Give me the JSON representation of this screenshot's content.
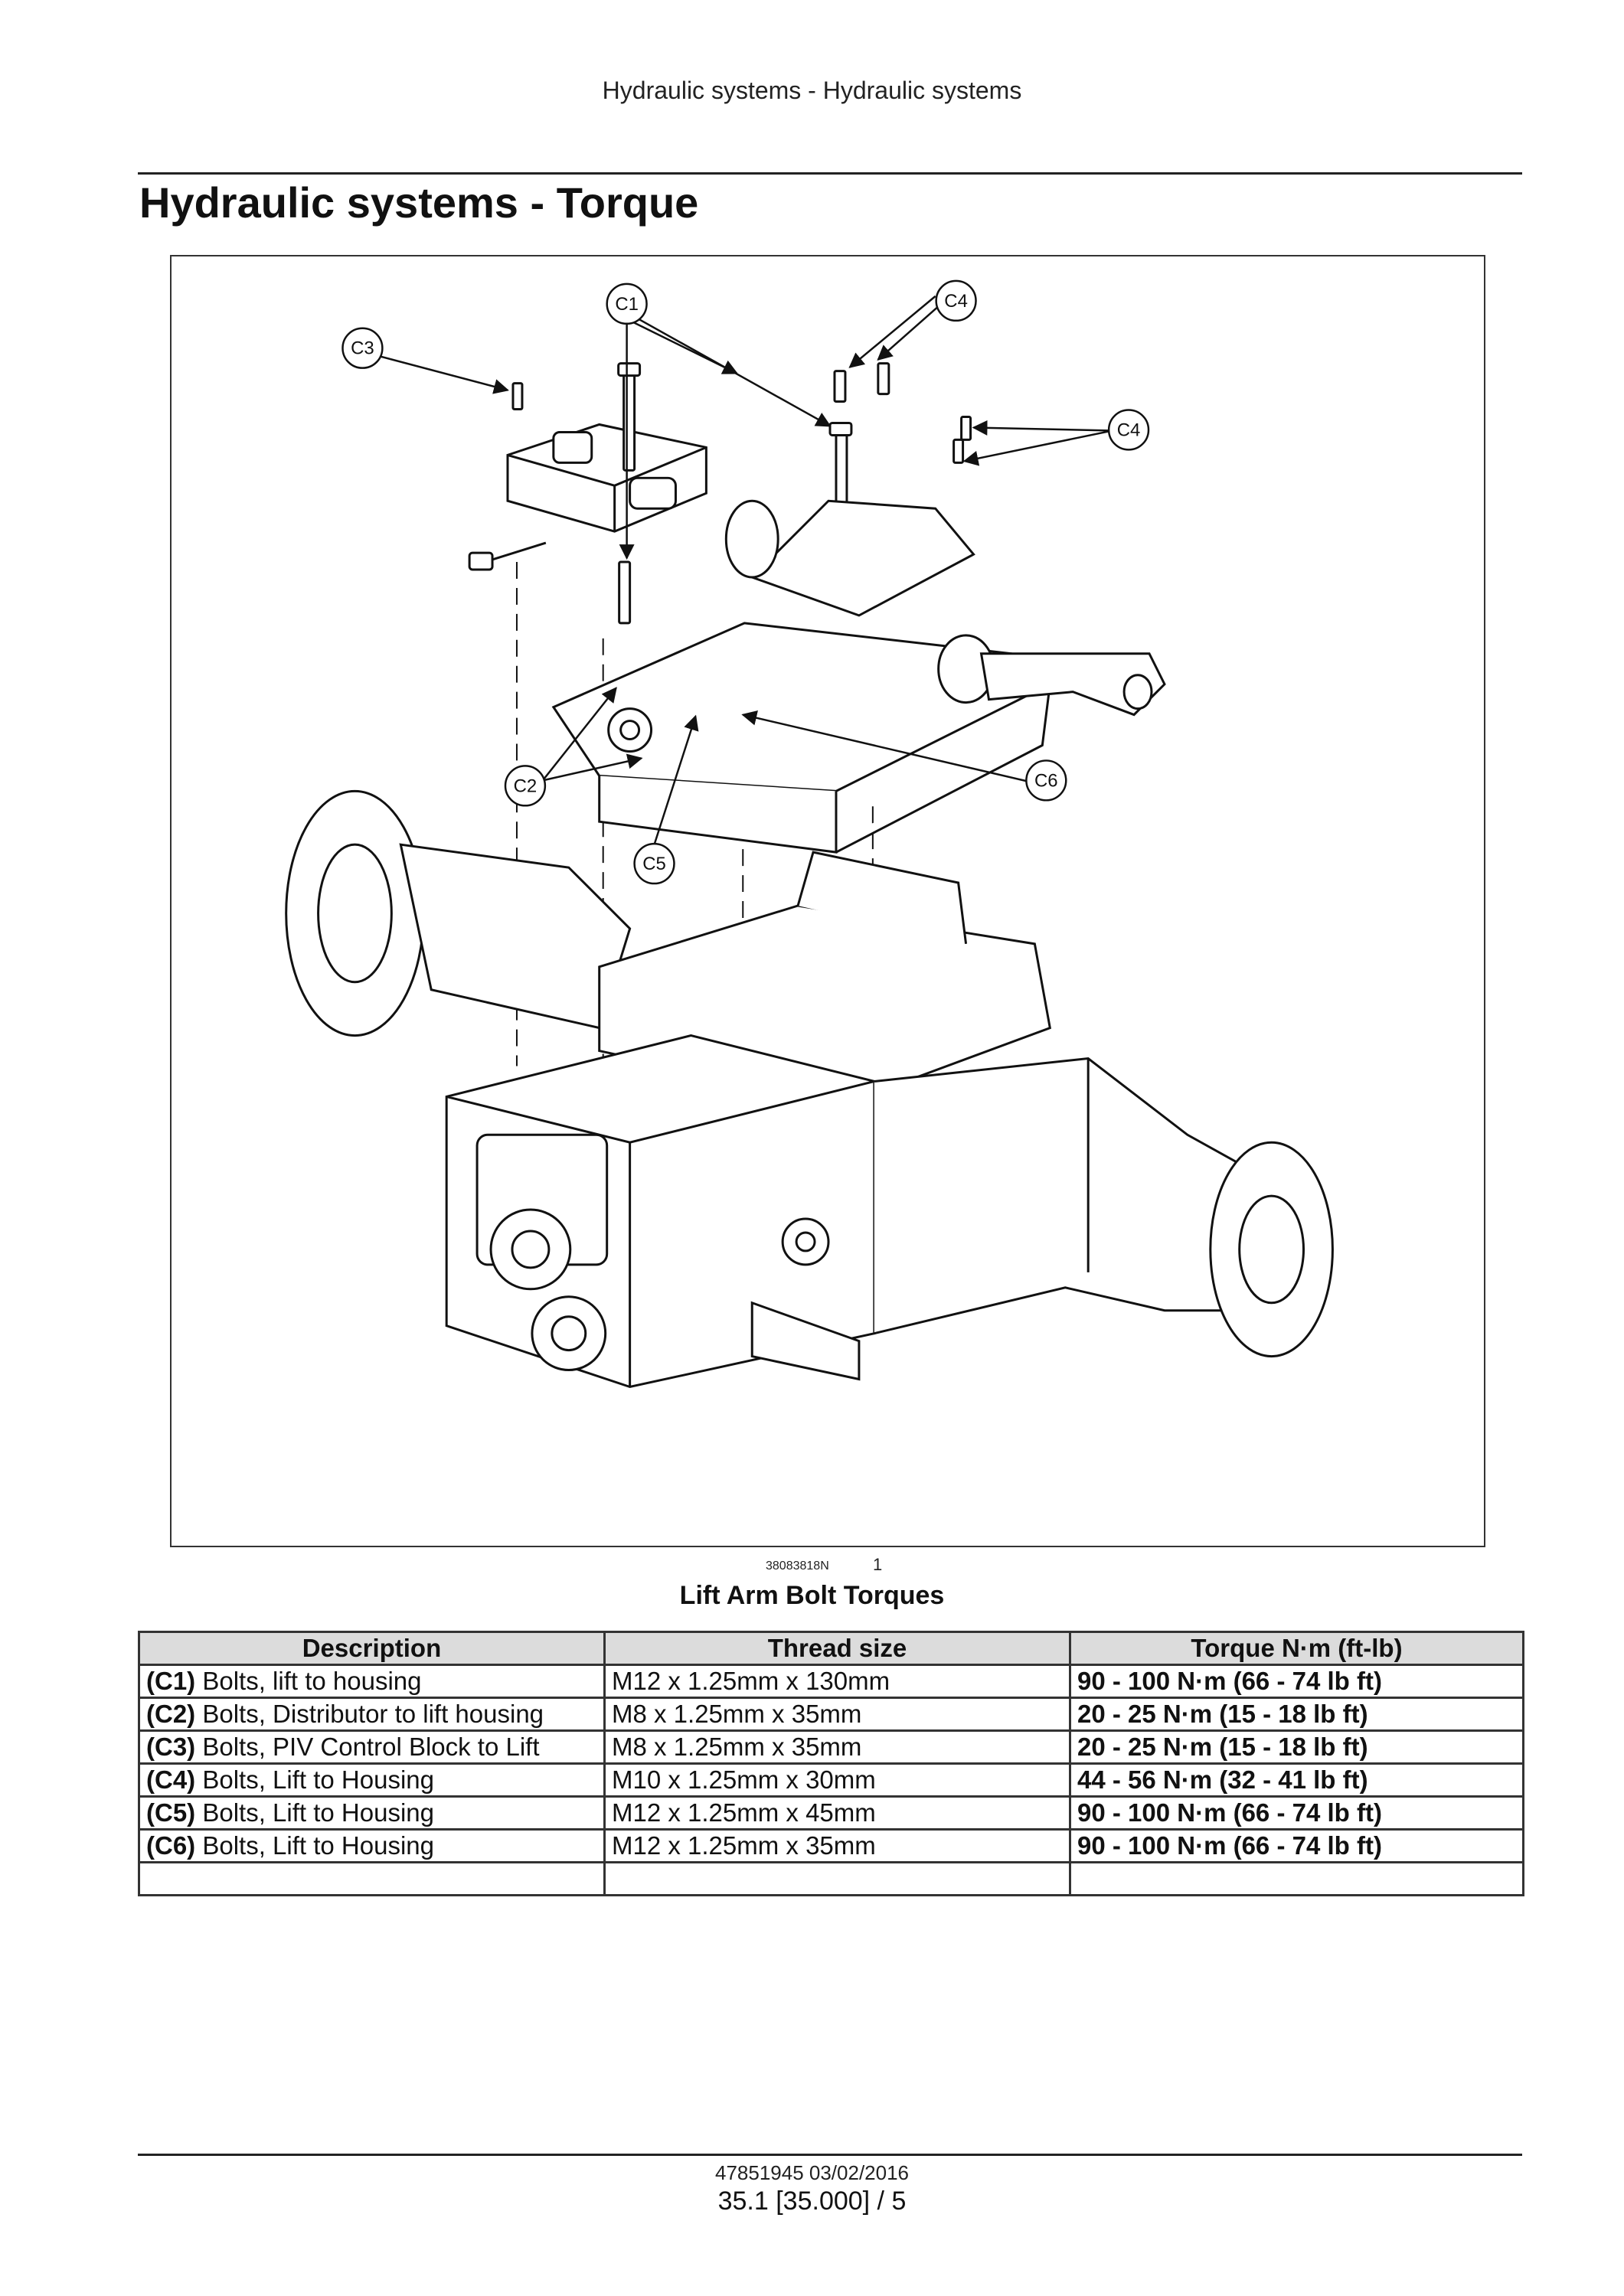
{
  "header": {
    "running_title": "Hydraulic systems - Hydraulic systems"
  },
  "page_title": "Hydraulic systems - Torque",
  "figure": {
    "callouts": {
      "c1": "C1",
      "c2": "C2",
      "c3": "C3",
      "c4a": "C4",
      "c4b": "C4",
      "c5": "C5",
      "c6": "C6"
    },
    "reference": "38083818N",
    "number": "1",
    "caption": "Lift Arm Bolt Torques"
  },
  "table": {
    "headers": [
      "Description",
      "Thread size",
      "Torque N·m (ft-lb)"
    ],
    "rows": [
      {
        "code": "(C1)",
        "desc": " Bolts, lift to housing",
        "thread": "M12 x 1.25mm x 130mm",
        "torque": "90 - 100 N·m (66 - 74 lb ft)"
      },
      {
        "code": "(C2)",
        "desc": " Bolts, Distributor to lift housing",
        "thread": "M8 x 1.25mm x 35mm",
        "torque": "20 - 25 N·m (15 - 18 lb ft)"
      },
      {
        "code": "(C3)",
        "desc": " Bolts, PIV Control Block to Lift",
        "thread": "M8 x 1.25mm x 35mm",
        "torque": "20 - 25 N·m (15 - 18 lb ft)"
      },
      {
        "code": "(C4)",
        "desc": " Bolts, Lift to Housing",
        "thread": "M10 x 1.25mm x 30mm",
        "torque": "44 - 56 N·m (32 - 41 lb ft)"
      },
      {
        "code": "(C5)",
        "desc": " Bolts, Lift to Housing",
        "thread": "M12 x 1.25mm x 45mm",
        "torque": "90 - 100 N·m (66 - 74 lb ft)"
      },
      {
        "code": "(C6)",
        "desc": " Bolts, Lift to Housing",
        "thread": "M12 x 1.25mm x 35mm",
        "torque": "90 - 100 N·m (66 - 74 lb ft)"
      }
    ]
  },
  "footer": {
    "doc_number": "47851945 03/02/2016",
    "page_number": "35.1 [35.000] / 5"
  }
}
